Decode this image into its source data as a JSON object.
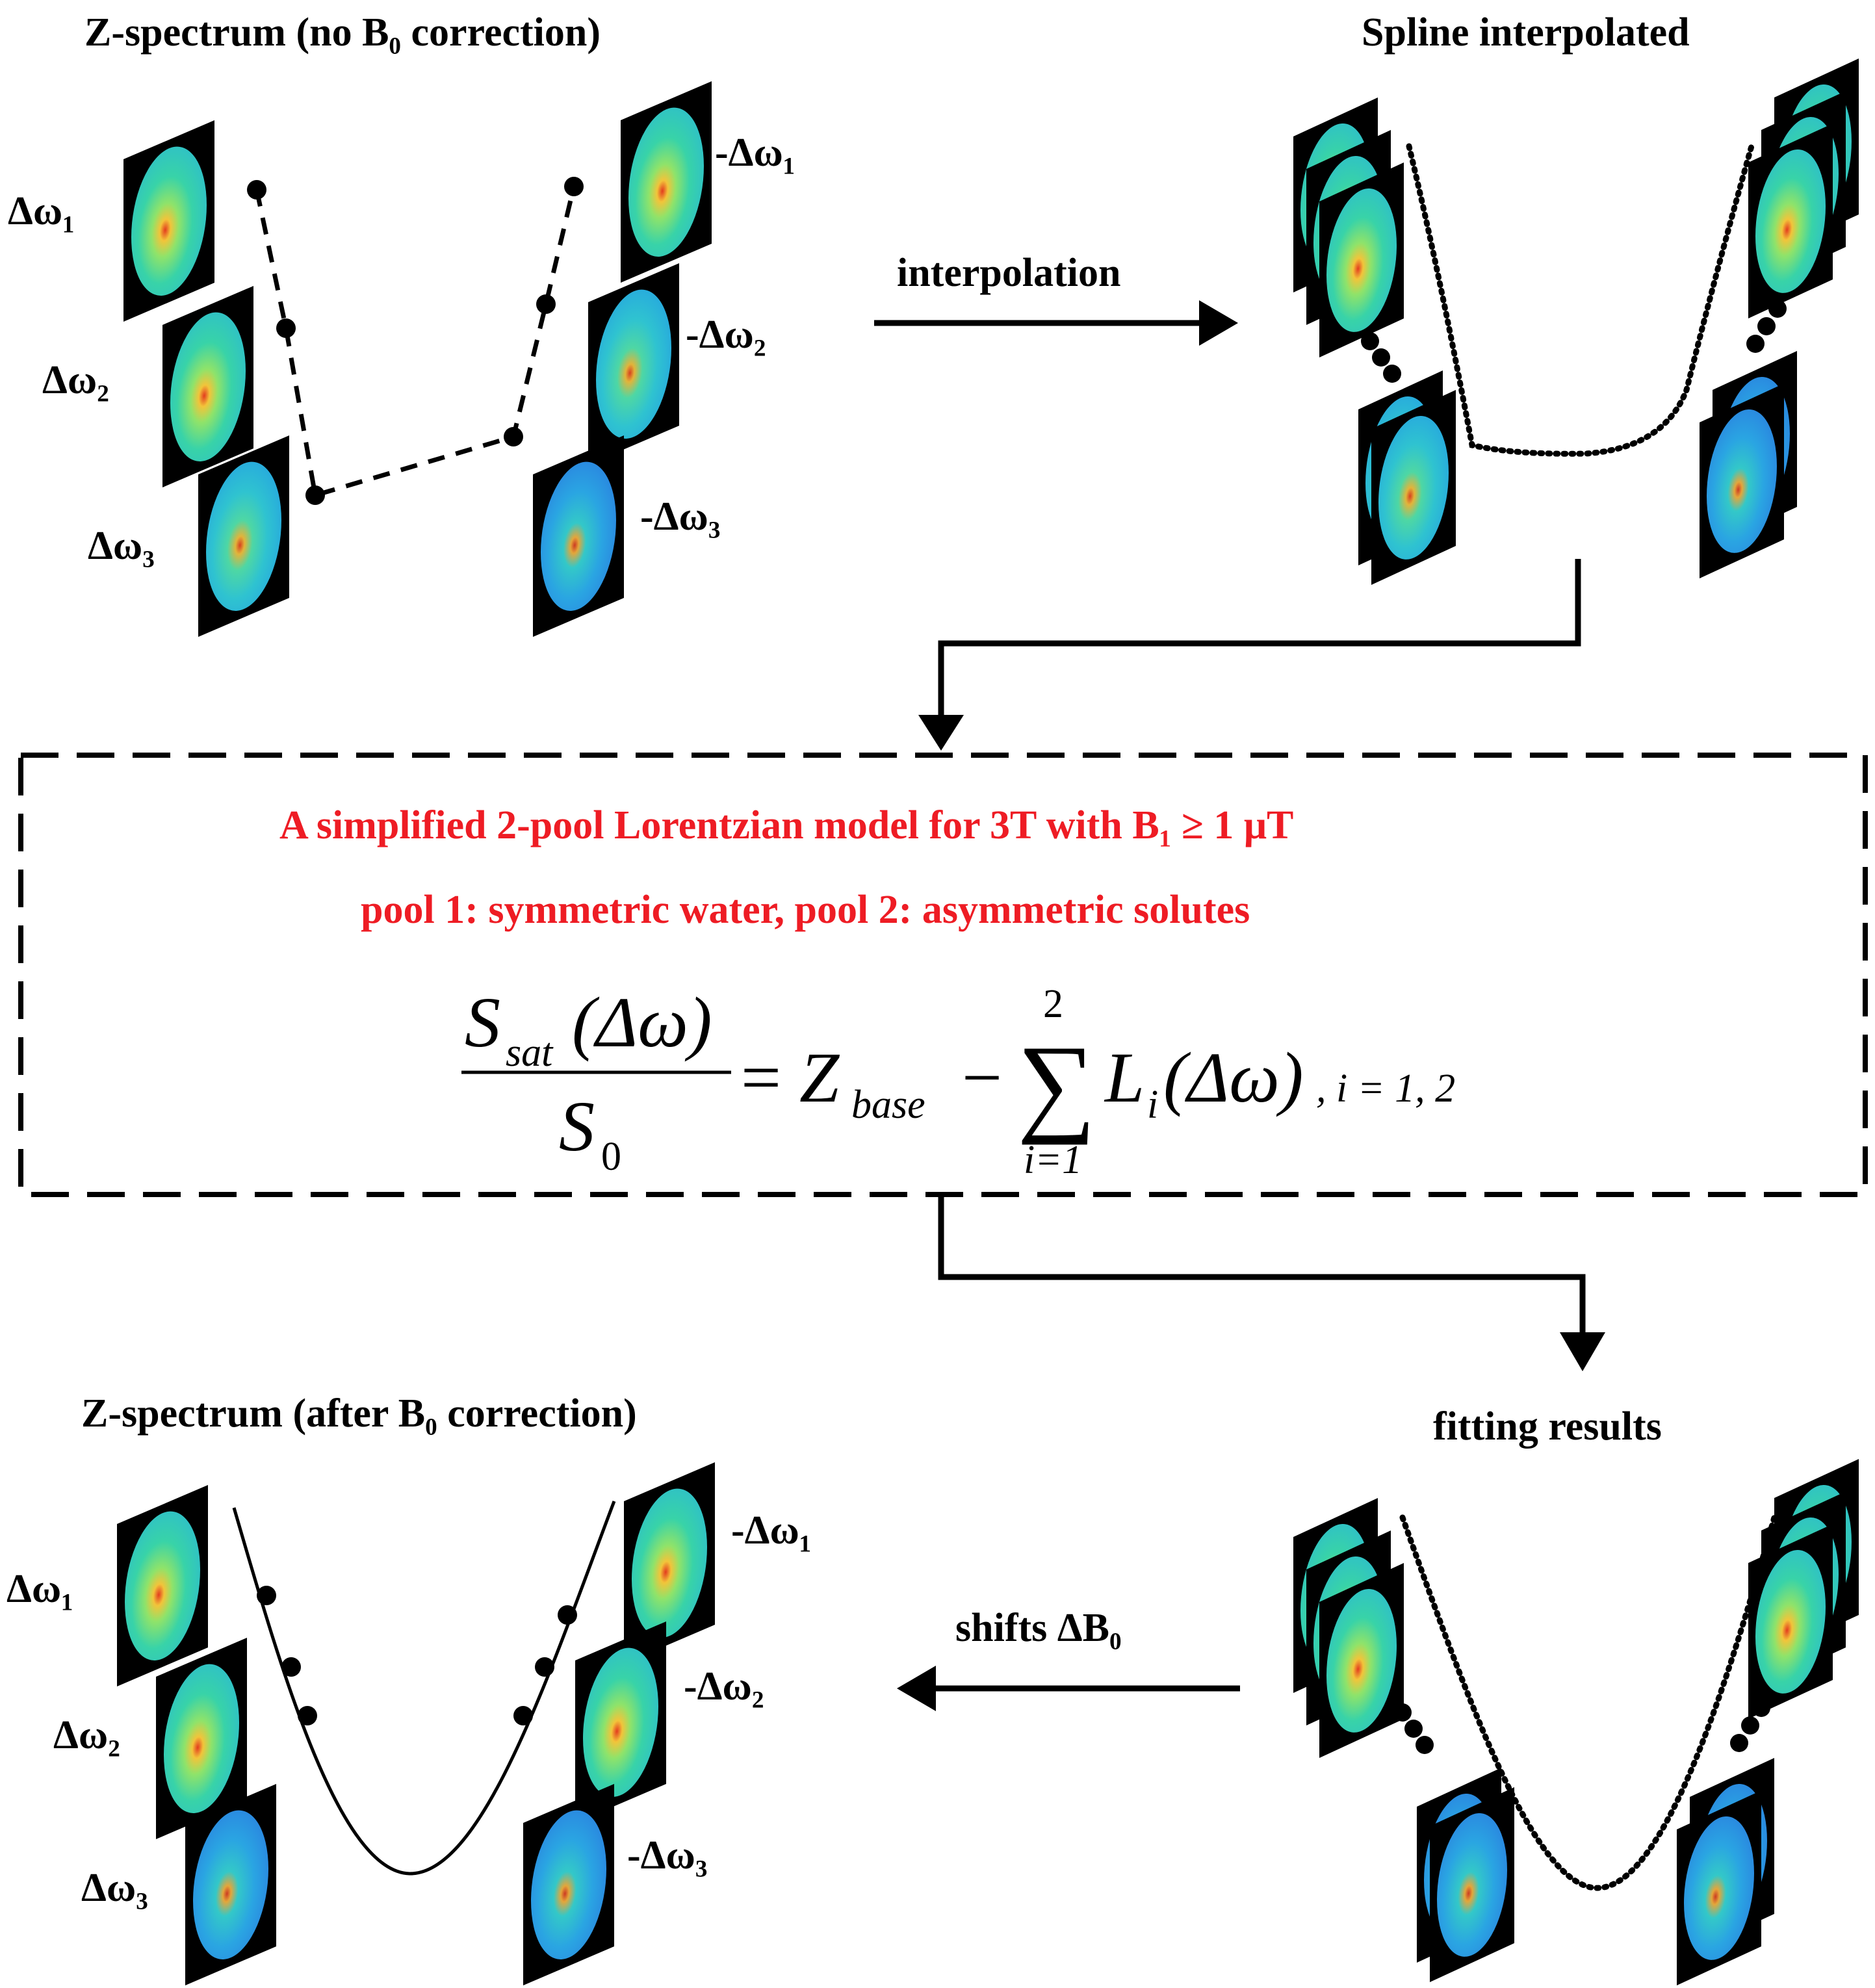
{
  "titles": {
    "top_left": "Z-spectrum (no B₀ correction)",
    "top_right": "Spline interpolated",
    "bottom_left": "Z-spectrum (after B₀ correction)",
    "bottom_right": "fitting results"
  },
  "arrows": {
    "interpolation": "interpolation",
    "shifts": "shifts ΔB₀"
  },
  "offsets": {
    "pos1": "Δω₁",
    "pos2": "Δω₂",
    "pos3": "Δω₃",
    "neg1": "-Δω₁",
    "neg2": "-Δω₂",
    "neg3": "-Δω₃"
  },
  "model": {
    "line1": "A simplified 2-pool Lorentzian model for 3T with B₁ ≥ 1 μT",
    "line2": "pool 1: symmetric water, pool 2: asymmetric solutes",
    "eq_num": "S",
    "eq_num_sub": "sat",
    "eq_num_arg": "(Δω)",
    "eq_den": "S",
    "eq_den_sub": "0",
    "eq_equals": "=",
    "eq_z": "Z",
    "eq_z_sub": "base",
    "eq_minus": "−",
    "eq_sigma": "∑",
    "eq_sigma_top": "2",
    "eq_sigma_bottom": "i=1",
    "eq_l": "L",
    "eq_l_sub": "i",
    "eq_l_arg": "(Δω)",
    "eq_index": ", i = 1, 2"
  },
  "colors": {
    "accent_red": "#ee1c24",
    "map_bg": "#000000"
  },
  "icons": {
    "maps": "brain-cest-map-icon",
    "ellipsis": "ellipsis-dots-icon"
  }
}
